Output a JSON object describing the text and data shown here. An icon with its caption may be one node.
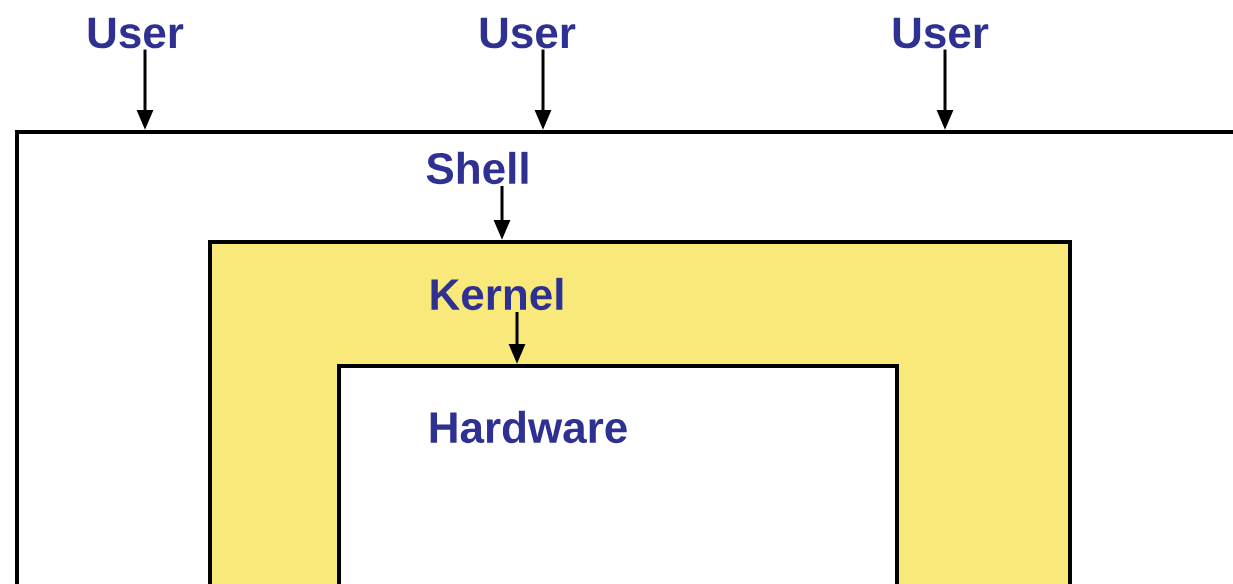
{
  "diagram": {
    "nodes": [
      {
        "text": [
          "User"
        ]
      },
      {
        "text": [
          "User"
        ]
      },
      {
        "text": [
          "User"
        ]
      },
      {
        "text": [
          "Shell"
        ]
      },
      {
        "text": [
          "Kernel"
        ],
        "in": 3
      },
      {
        "text": [
          "Hardware"
        ],
        "in": 4
      }
    ],
    "edges": [
      {
        "from": 0,
        "to": 3,
        "arrow": "to"
      },
      {
        "from": 1,
        "to": 3,
        "arrow": "to"
      },
      {
        "from": 2,
        "to": 3,
        "arrow": "to"
      },
      {
        "from": null,
        "to": 4,
        "arrow": "to"
      },
      {
        "from": null,
        "to": 5,
        "arrow": "to"
      }
    ]
  }
}
